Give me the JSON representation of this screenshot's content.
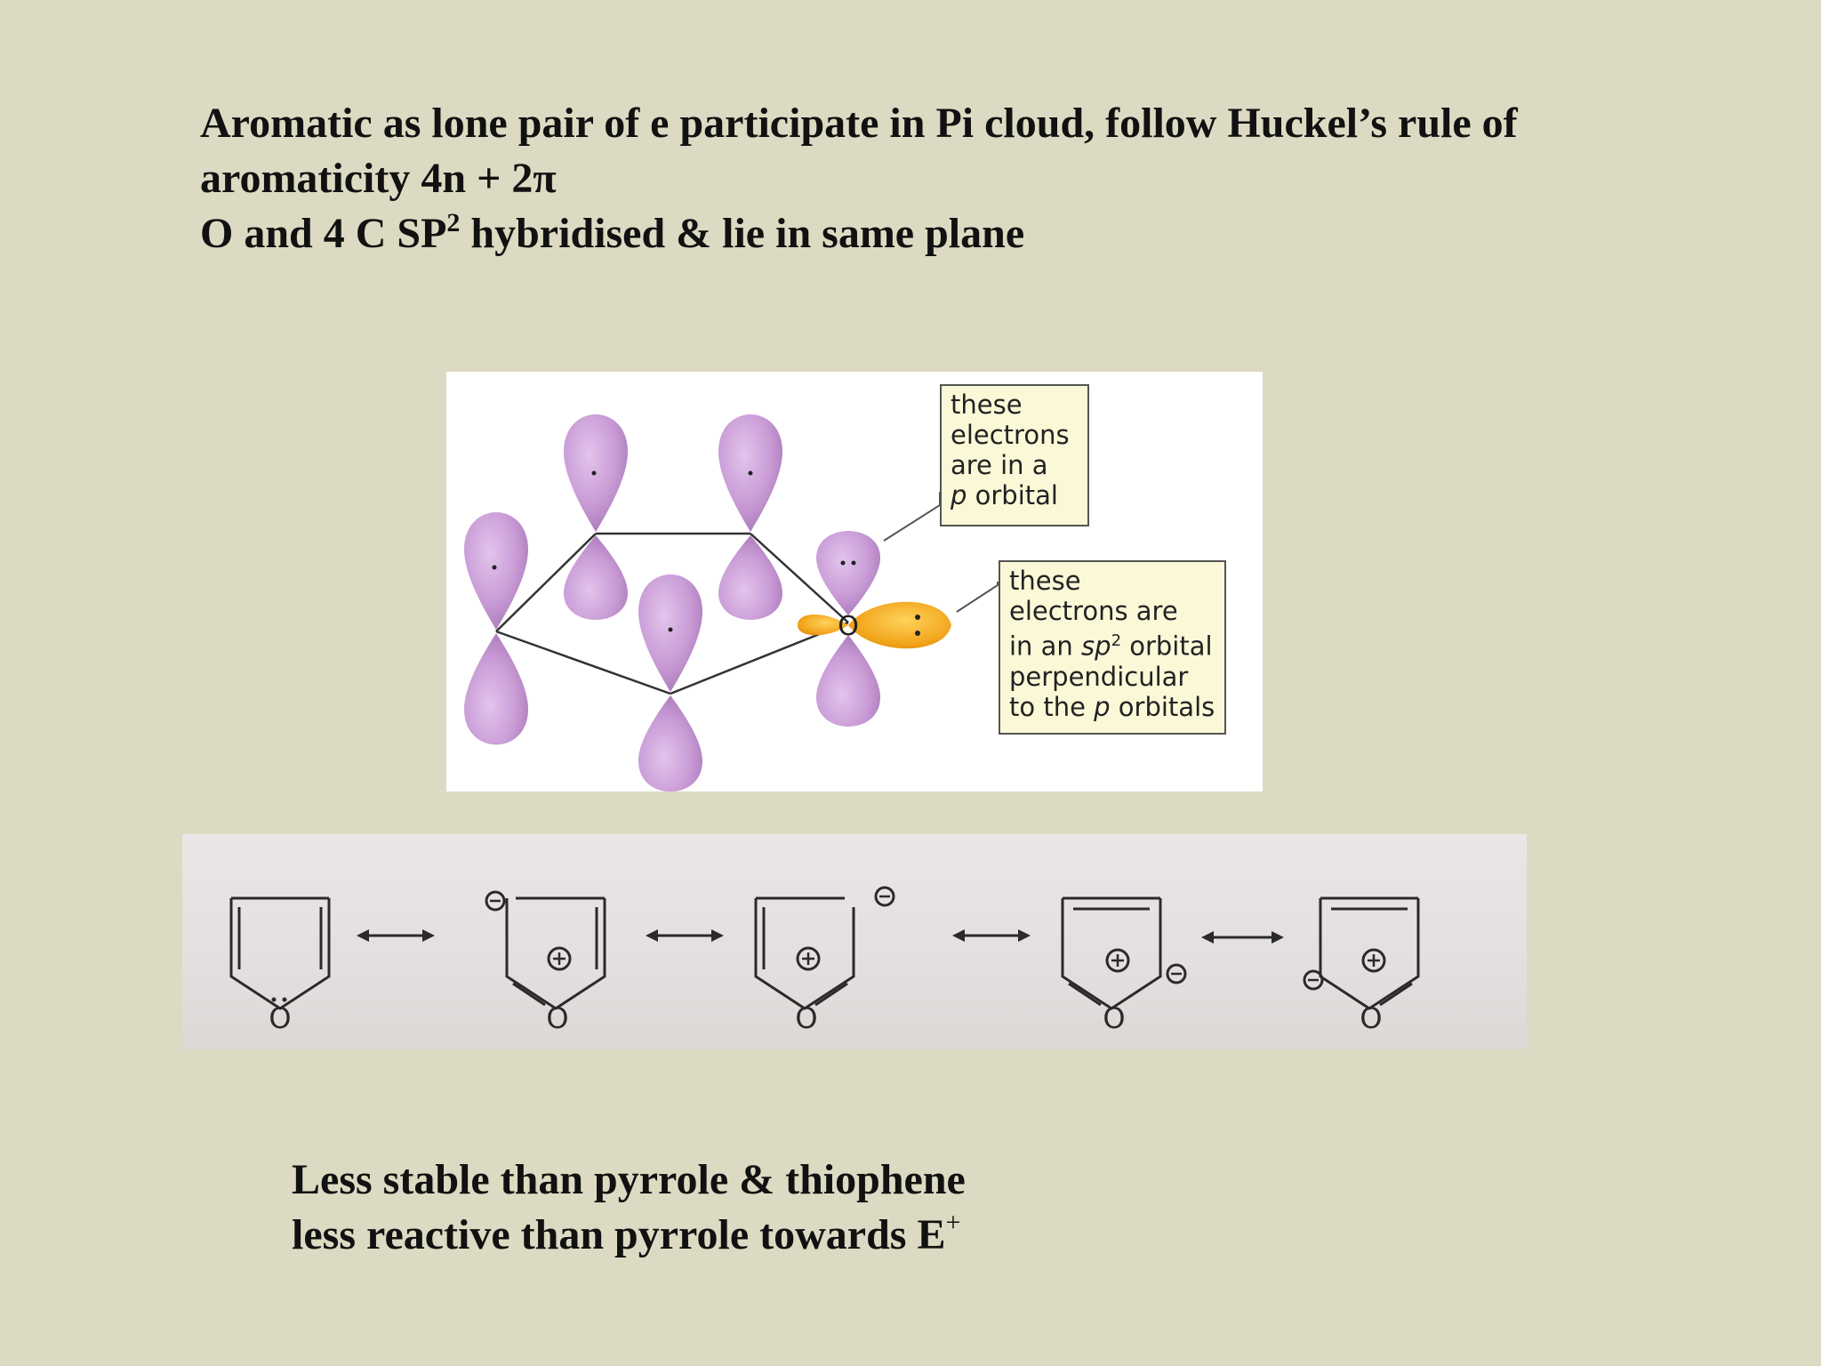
{
  "slide": {
    "heading": {
      "line1": "Aromatic  as lone pair of e participate in Pi cloud, follow Huckel’s rule of",
      "line2": "aromaticity 4n + 2π",
      "line3_pre": "O and 4 C SP",
      "line3_sup": "2",
      "line3_post": " hybridised & lie in same plane"
    },
    "orbital_diagram": {
      "callout_p": {
        "line1": "these",
        "line2": "electrons",
        "line3": "are in a",
        "line4_italic": "p",
        "line4_rest": " orbital"
      },
      "callout_sp2": {
        "line1": "these",
        "line2": "electrons are",
        "line3_pre": "in an ",
        "line3_italic": "sp",
        "line3_sup": "2",
        "line3_post": " orbital",
        "line4": "perpendicular",
        "line5_pre": "to the ",
        "line5_italic": "p",
        "line5_post": " orbitals"
      },
      "atom_label": "O",
      "colors": {
        "p_orbital": "#c99bd6",
        "sp2_orbital": "#f2a51c"
      }
    },
    "resonance": {
      "atom_label": "O",
      "plus_sign": "+",
      "minus_sign": "−"
    },
    "footer": {
      "line1": "Less stable than pyrrole & thiophene",
      "line2_pre": "less reactive than pyrrole towards E",
      "line2_sup": "+"
    }
  }
}
